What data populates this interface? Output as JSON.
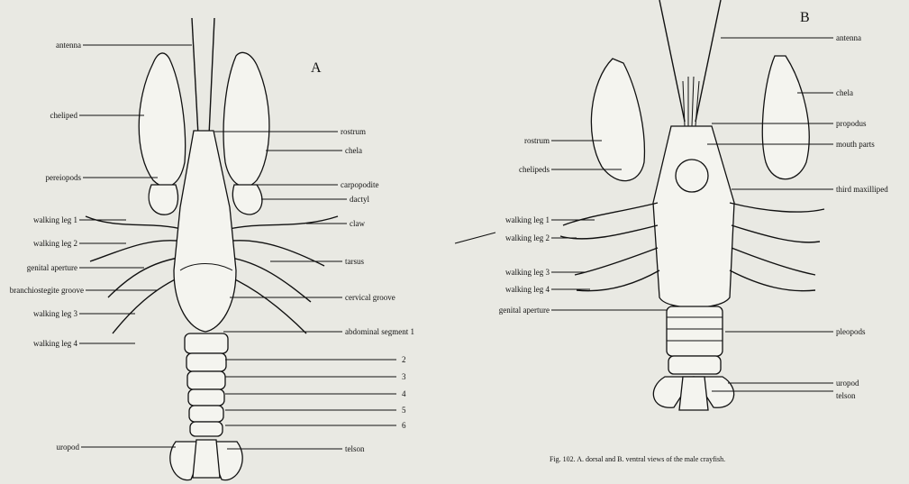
{
  "figure_a": {
    "panel_letter": "A",
    "labels_left": [
      "antenna",
      "cheliped",
      "pereiopods",
      "walking leg 1",
      "walking leg 2",
      "genital aperture",
      "branchiostegite groove",
      "walking leg 3",
      "walking leg 4",
      "uropod"
    ],
    "labels_right": [
      "rostrum",
      "chela",
      "carpopodite",
      "dactyl",
      "claw",
      "tarsus",
      "cervical groove",
      "abdominal segment 1",
      "2",
      "3",
      "4",
      "5",
      "6",
      "telson"
    ]
  },
  "figure_b": {
    "panel_letter": "B",
    "labels_left": [
      "rostrum",
      "chelipeds",
      "walking leg 1",
      "walking leg 2",
      "walking leg 3",
      "walking leg 4",
      "genital aperture"
    ],
    "labels_right": [
      "antenna",
      "chela",
      "propodus",
      "mouth parts",
      "third maxilliped",
      "pleopods",
      "uropod",
      "telson"
    ],
    "caption": "Fig. 102. A. dorsal and B. ventral views of the male crayfish."
  }
}
